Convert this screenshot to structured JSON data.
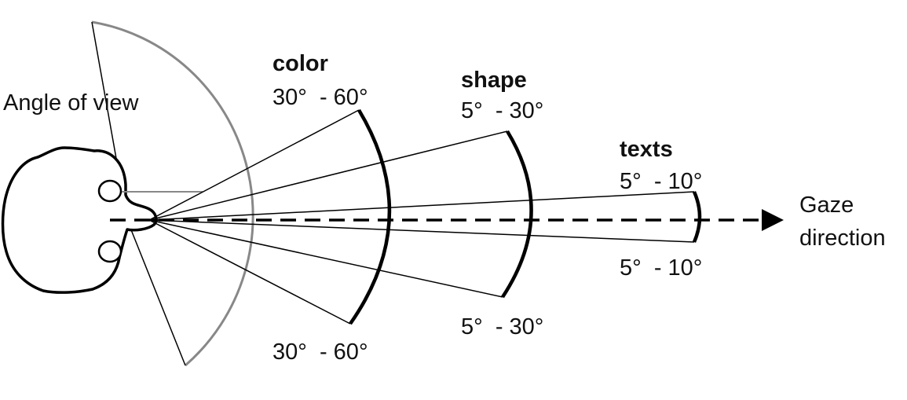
{
  "diagram": {
    "angle_of_view_label": "Angle of view",
    "gaze_direction_label_line1": "Gaze",
    "gaze_direction_label_line2": "direction",
    "zones": [
      {
        "title": "color",
        "range_upper": "30°  - 60°",
        "range_lower": "30°  - 60°"
      },
      {
        "title": "shape",
        "range_upper": "5°  - 30°",
        "range_lower": "5°  - 30°"
      },
      {
        "title": "texts",
        "range_upper": "5°  - 10°",
        "range_lower": "5°  - 10°"
      }
    ]
  },
  "colors": {
    "stroke": "#000000",
    "arc_gray": "#888888",
    "text": "#111111",
    "background": "#ffffff"
  }
}
